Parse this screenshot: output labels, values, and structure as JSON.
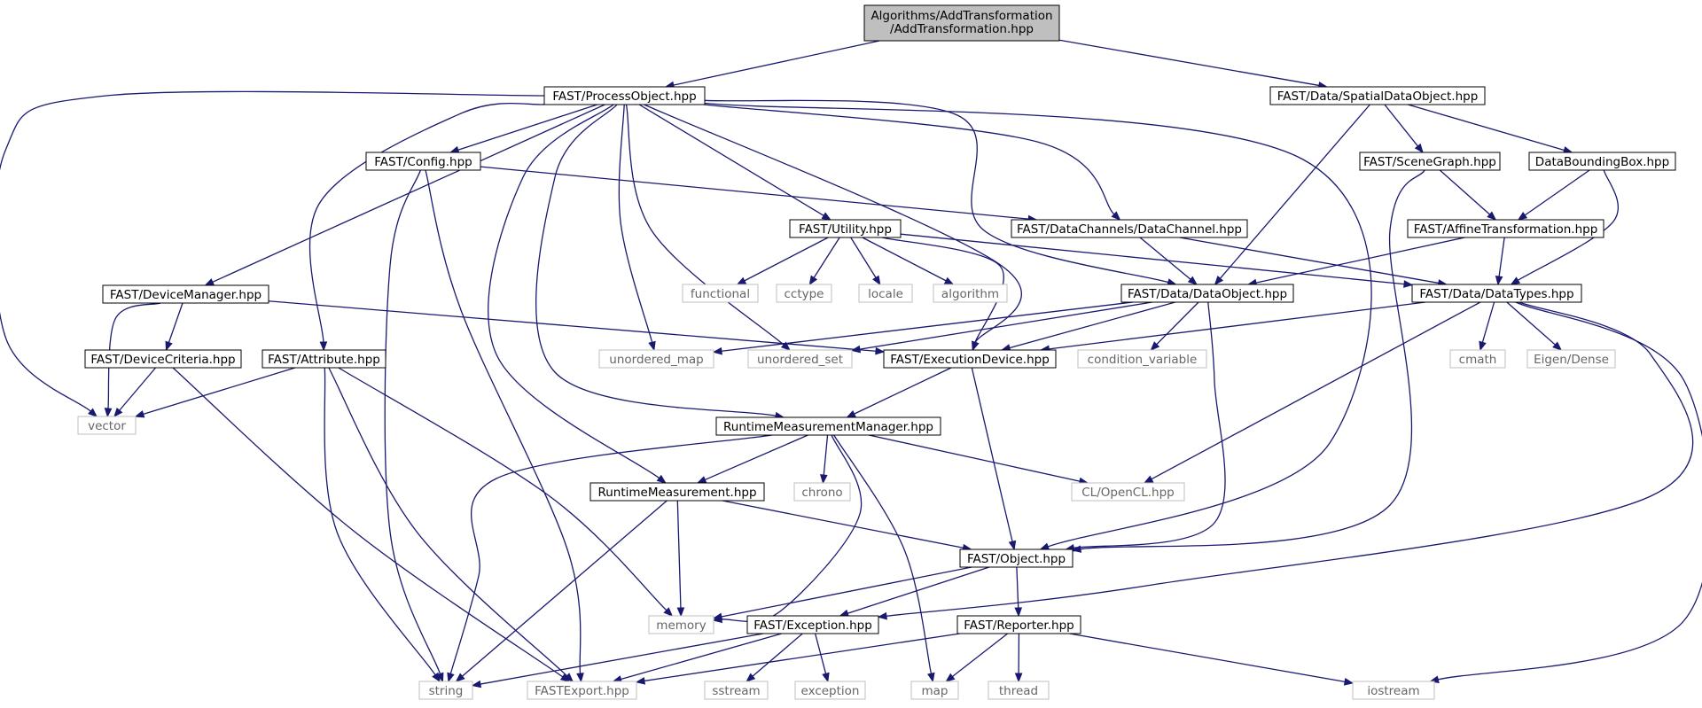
{
  "graph": {
    "root": {
      "id": "root",
      "lines": [
        "Algorithms/AddTransformation",
        "/AddTransformation.hpp"
      ]
    },
    "nodes": [
      {
        "id": "root",
        "label": "Algorithms/AddTransformation /AddTransformation.hpp",
        "kind": "root"
      },
      {
        "id": "processobject",
        "label": "FAST/ProcessObject.hpp",
        "kind": "file"
      },
      {
        "id": "spatialdataobject",
        "label": "FAST/Data/SpatialDataObject.hpp",
        "kind": "file"
      },
      {
        "id": "config",
        "label": "FAST/Config.hpp",
        "kind": "file"
      },
      {
        "id": "scenegraph",
        "label": "FAST/SceneGraph.hpp",
        "kind": "file"
      },
      {
        "id": "databoundingbox",
        "label": "DataBoundingBox.hpp",
        "kind": "file"
      },
      {
        "id": "utility",
        "label": "FAST/Utility.hpp",
        "kind": "file"
      },
      {
        "id": "datachannel",
        "label": "FAST/DataChannels/DataChannel.hpp",
        "kind": "file"
      },
      {
        "id": "affinetransformation",
        "label": "FAST/AffineTransformation.hpp",
        "kind": "file"
      },
      {
        "id": "functional",
        "label": "functional",
        "kind": "ext"
      },
      {
        "id": "cctype",
        "label": "cctype",
        "kind": "ext"
      },
      {
        "id": "locale",
        "label": "locale",
        "kind": "ext"
      },
      {
        "id": "algorithm",
        "label": "algorithm",
        "kind": "ext"
      },
      {
        "id": "devicemanager",
        "label": "FAST/DeviceManager.hpp",
        "kind": "file"
      },
      {
        "id": "dataobject",
        "label": "FAST/Data/DataObject.hpp",
        "kind": "file"
      },
      {
        "id": "datatypes",
        "label": "FAST/Data/DataTypes.hpp",
        "kind": "file"
      },
      {
        "id": "devicecriteria",
        "label": "FAST/DeviceCriteria.hpp",
        "kind": "file"
      },
      {
        "id": "attribute",
        "label": "FAST/Attribute.hpp",
        "kind": "file"
      },
      {
        "id": "unordered_map",
        "label": "unordered_map",
        "kind": "ext"
      },
      {
        "id": "unordered_set",
        "label": "unordered_set",
        "kind": "ext"
      },
      {
        "id": "executiondevice",
        "label": "FAST/ExecutionDevice.hpp",
        "kind": "file"
      },
      {
        "id": "condition_variable",
        "label": "condition_variable",
        "kind": "ext"
      },
      {
        "id": "cmath",
        "label": "cmath",
        "kind": "ext"
      },
      {
        "id": "eigendense",
        "label": "Eigen/Dense",
        "kind": "ext"
      },
      {
        "id": "vector",
        "label": "vector",
        "kind": "ext"
      },
      {
        "id": "runtimemeasurementmanager",
        "label": "RuntimeMeasurementManager.hpp",
        "kind": "file"
      },
      {
        "id": "runtimemeasurement",
        "label": "RuntimeMeasurement.hpp",
        "kind": "file"
      },
      {
        "id": "chrono",
        "label": "chrono",
        "kind": "ext"
      },
      {
        "id": "opencl",
        "label": "CL/OpenCL.hpp",
        "kind": "ext"
      },
      {
        "id": "object",
        "label": "FAST/Object.hpp",
        "kind": "file"
      },
      {
        "id": "memory",
        "label": "memory",
        "kind": "ext"
      },
      {
        "id": "exception",
        "label": "FAST/Exception.hpp",
        "kind": "file"
      },
      {
        "id": "reporter",
        "label": "FAST/Reporter.hpp",
        "kind": "file"
      },
      {
        "id": "string",
        "label": "string",
        "kind": "ext"
      },
      {
        "id": "fastexport",
        "label": "FASTExport.hpp",
        "kind": "ext"
      },
      {
        "id": "sstream",
        "label": "sstream",
        "kind": "ext"
      },
      {
        "id": "exceptionstd",
        "label": "exception",
        "kind": "ext"
      },
      {
        "id": "map",
        "label": "map",
        "kind": "ext"
      },
      {
        "id": "thread",
        "label": "thread",
        "kind": "ext"
      },
      {
        "id": "iostream",
        "label": "iostream",
        "kind": "ext"
      }
    ],
    "edges": [
      {
        "from": "root",
        "to": "processobject"
      },
      {
        "from": "root",
        "to": "spatialdataobject"
      },
      {
        "from": "processobject",
        "to": "vector"
      },
      {
        "from": "processobject",
        "to": "devicemanager"
      },
      {
        "from": "processobject",
        "to": "attribute"
      },
      {
        "from": "processobject",
        "to": "config"
      },
      {
        "from": "processobject",
        "to": "runtimemeasurementmanager"
      },
      {
        "from": "processobject",
        "to": "runtimemeasurement"
      },
      {
        "from": "processobject",
        "to": "unordered_map"
      },
      {
        "from": "processobject",
        "to": "unordered_set"
      },
      {
        "from": "processobject",
        "to": "utility"
      },
      {
        "from": "processobject",
        "to": "executiondevice"
      },
      {
        "from": "processobject",
        "to": "dataobject"
      },
      {
        "from": "processobject",
        "to": "datachannel"
      },
      {
        "from": "processobject",
        "to": "object"
      },
      {
        "from": "spatialdataobject",
        "to": "dataobject"
      },
      {
        "from": "spatialdataobject",
        "to": "scenegraph"
      },
      {
        "from": "spatialdataobject",
        "to": "databoundingbox"
      },
      {
        "from": "config",
        "to": "string"
      },
      {
        "from": "config",
        "to": "fastexport"
      },
      {
        "from": "config",
        "to": "datachannel"
      },
      {
        "from": "scenegraph",
        "to": "affinetransformation"
      },
      {
        "from": "scenegraph",
        "to": "object"
      },
      {
        "from": "databoundingbox",
        "to": "affinetransformation"
      },
      {
        "from": "databoundingbox",
        "to": "datatypes"
      },
      {
        "from": "utility",
        "to": "functional"
      },
      {
        "from": "utility",
        "to": "cctype"
      },
      {
        "from": "utility",
        "to": "locale"
      },
      {
        "from": "utility",
        "to": "algorithm"
      },
      {
        "from": "utility",
        "to": "executiondevice"
      },
      {
        "from": "utility",
        "to": "datatypes"
      },
      {
        "from": "datachannel",
        "to": "dataobject"
      },
      {
        "from": "datachannel",
        "to": "datatypes"
      },
      {
        "from": "affinetransformation",
        "to": "dataobject"
      },
      {
        "from": "affinetransformation",
        "to": "datatypes"
      },
      {
        "from": "devicemanager",
        "to": "vector"
      },
      {
        "from": "devicemanager",
        "to": "devicecriteria"
      },
      {
        "from": "devicemanager",
        "to": "executiondevice"
      },
      {
        "from": "devicecriteria",
        "to": "vector"
      },
      {
        "from": "devicecriteria",
        "to": "fastexport"
      },
      {
        "from": "attribute",
        "to": "vector"
      },
      {
        "from": "attribute",
        "to": "string"
      },
      {
        "from": "attribute",
        "to": "fastexport"
      },
      {
        "from": "attribute",
        "to": "memory"
      },
      {
        "from": "dataobject",
        "to": "unordered_map"
      },
      {
        "from": "dataobject",
        "to": "unordered_set"
      },
      {
        "from": "dataobject",
        "to": "executiondevice"
      },
      {
        "from": "dataobject",
        "to": "condition_variable"
      },
      {
        "from": "dataobject",
        "to": "object"
      },
      {
        "from": "datatypes",
        "to": "executiondevice"
      },
      {
        "from": "datatypes",
        "to": "cmath"
      },
      {
        "from": "datatypes",
        "to": "eigendense"
      },
      {
        "from": "datatypes",
        "to": "opencl"
      },
      {
        "from": "datatypes",
        "to": "exception"
      },
      {
        "from": "datatypes",
        "to": "iostream"
      },
      {
        "from": "executiondevice",
        "to": "runtimemeasurementmanager"
      },
      {
        "from": "executiondevice",
        "to": "object"
      },
      {
        "from": "runtimemeasurementmanager",
        "to": "string"
      },
      {
        "from": "runtimemeasurementmanager",
        "to": "runtimemeasurement"
      },
      {
        "from": "runtimemeasurementmanager",
        "to": "chrono"
      },
      {
        "from": "runtimemeasurementmanager",
        "to": "opencl"
      },
      {
        "from": "runtimemeasurementmanager",
        "to": "memory"
      },
      {
        "from": "runtimemeasurementmanager",
        "to": "map"
      },
      {
        "from": "runtimemeasurement",
        "to": "string"
      },
      {
        "from": "runtimemeasurement",
        "to": "memory"
      },
      {
        "from": "runtimemeasurement",
        "to": "object"
      },
      {
        "from": "object",
        "to": "memory"
      },
      {
        "from": "object",
        "to": "exception"
      },
      {
        "from": "object",
        "to": "reporter"
      },
      {
        "from": "exception",
        "to": "string"
      },
      {
        "from": "exception",
        "to": "fastexport"
      },
      {
        "from": "exception",
        "to": "sstream"
      },
      {
        "from": "exception",
        "to": "exceptionstd"
      },
      {
        "from": "reporter",
        "to": "fastexport"
      },
      {
        "from": "reporter",
        "to": "map"
      },
      {
        "from": "reporter",
        "to": "thread"
      },
      {
        "from": "reporter",
        "to": "iostream"
      }
    ],
    "colors": {
      "edge": "#191970",
      "root_fill": "#bfbfbf",
      "file_border": "#000000",
      "ext_border": "#bfbfbf",
      "ext_text": "#666666"
    }
  }
}
